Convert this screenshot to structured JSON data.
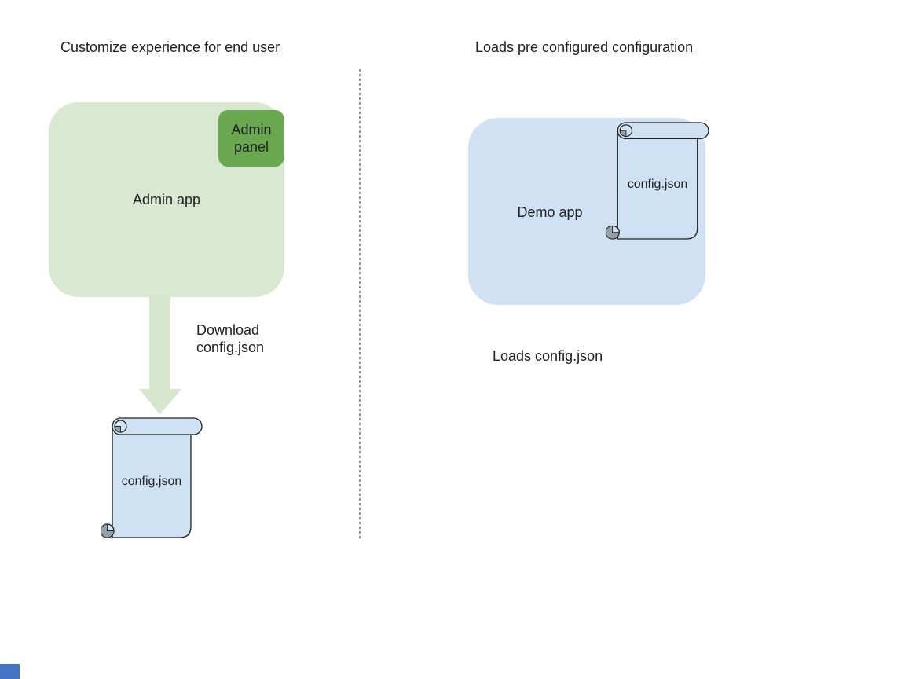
{
  "background": "#ffffff",
  "left_section": {
    "title": "Customize experience for end user",
    "admin_app_label": "Admin app",
    "admin_panel_label": "Admin panel",
    "arrow_label": "Download config.json",
    "scroll_label": "config.json",
    "colors": {
      "admin_app_fill": "#d9e8d0",
      "admin_panel_fill": "#6aa84f",
      "arrow_fill": "#d7e7cd"
    }
  },
  "right_section": {
    "title": "Loads pre configured configuration",
    "demo_app_label": "Demo app",
    "scroll_label": "config.json",
    "caption": "Loads config.json",
    "colors": {
      "demo_app_fill": "#d0e1f3"
    }
  },
  "shared": {
    "scroll_fill": "#cfe2f3",
    "scroll_stroke": "#1f1f1f",
    "curl_shade": "#94a0aa",
    "divider_color": "#8f959b",
    "corner_square_color": "#4472c4"
  }
}
